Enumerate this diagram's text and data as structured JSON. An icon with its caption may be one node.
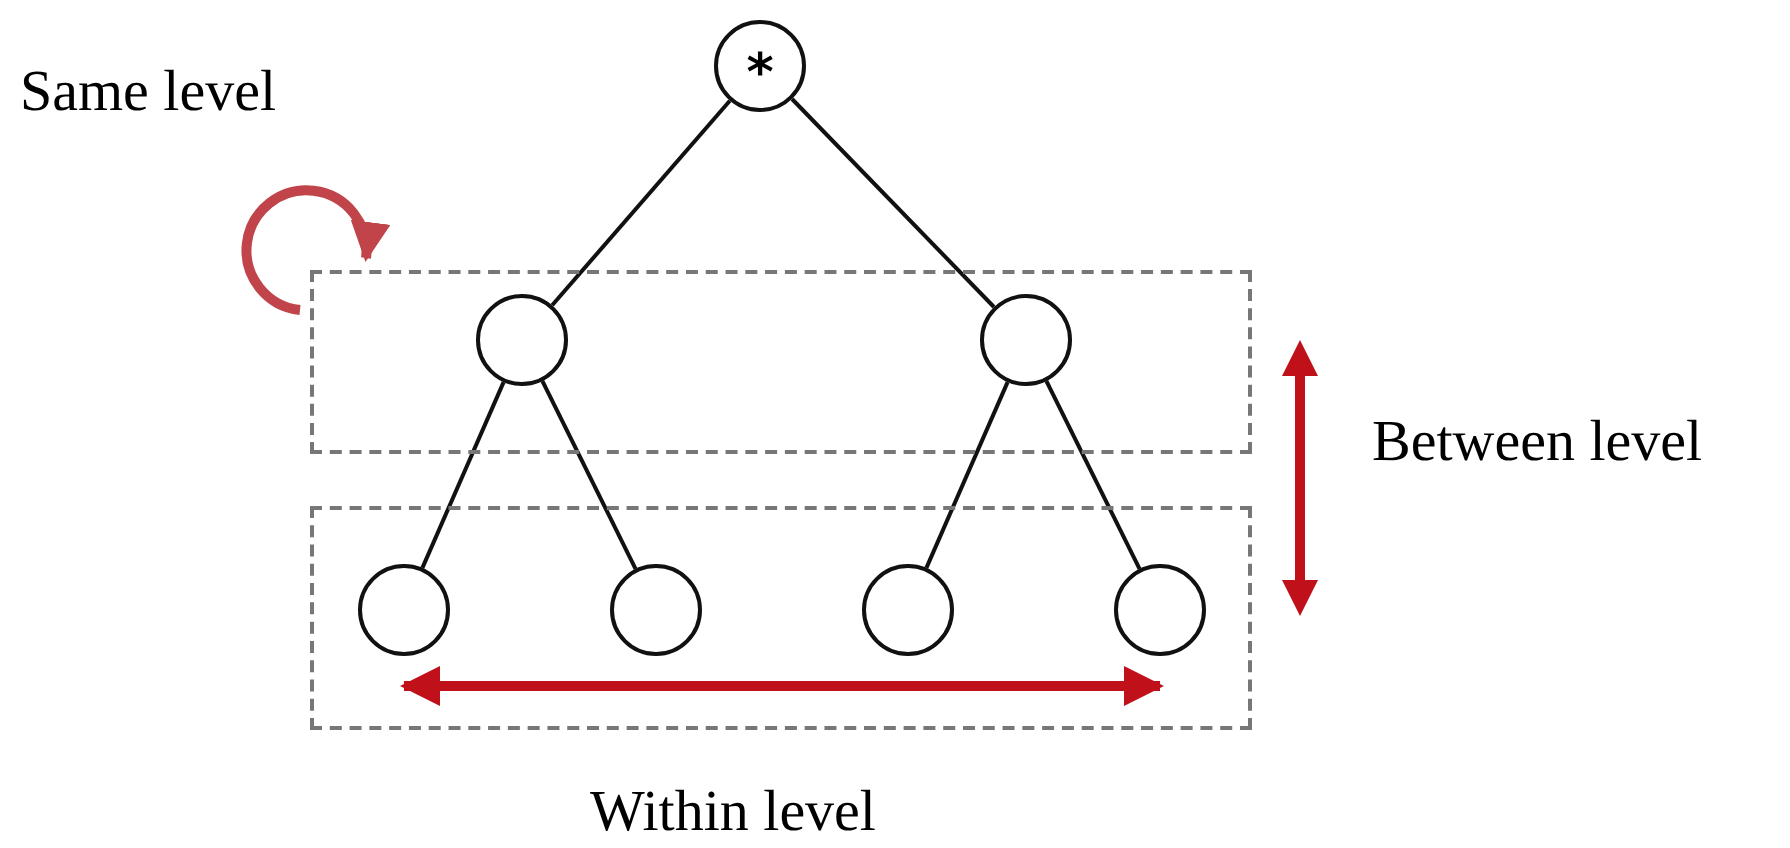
{
  "diagram": {
    "nodes": [
      {
        "text": [
          "*"
        ]
      },
      {
        "text": [],
        "shape": "box"
      },
      {
        "text": [],
        "shape": "circle",
        "in": 1
      },
      {
        "text": [],
        "shape": "circle",
        "in": 1
      },
      {
        "text": [],
        "shape": "box"
      },
      {
        "text": [],
        "shape": "circle",
        "in": 4
      },
      {
        "text": [],
        "shape": "circle",
        "in": 4
      },
      {
        "text": [],
        "shape": "circle",
        "in": 4
      },
      {
        "text": [],
        "shape": "circle",
        "in": 4
      }
    ],
    "edges": [
      {
        "from": 0,
        "to": 2,
        "arrow": "none"
      },
      {
        "from": 0,
        "to": 3,
        "arrow": "none"
      },
      {
        "from": 2,
        "to": 5,
        "arrow": "none"
      },
      {
        "from": 2,
        "to": 6,
        "arrow": "none"
      },
      {
        "from": 3,
        "to": 7,
        "arrow": "none"
      },
      {
        "from": 3,
        "to": 8,
        "arrow": "none"
      },
      {
        "from": 5,
        "to": 8,
        "arrow": "both",
        "style": "thick",
        "color": "#c0101a"
      },
      {
        "from": null,
        "to": 1,
        "arrow": "to",
        "style": "thick",
        "color": "#c0444a"
      }
    ],
    "labels": [
      "Same level",
      "Between level",
      "Within level"
    ]
  }
}
